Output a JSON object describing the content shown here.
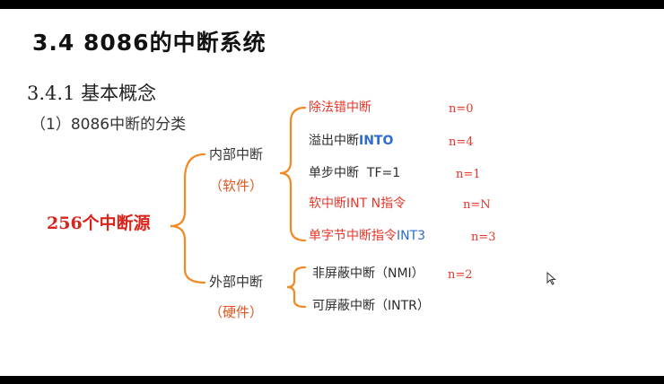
{
  "title": "3.4 8086的中断系统",
  "section": "3.4.1 基本概念",
  "subsection": "（1）8086中断的分类",
  "root": "256个中断源",
  "internal": {
    "label": "内部中断",
    "sub": "（软件）",
    "items": [
      {
        "text": "除法错中断",
        "suffix": "",
        "value": "n=0"
      },
      {
        "text": "溢出中断",
        "suffix": "INTO",
        "value": "n=4"
      },
      {
        "text": "单步中断  TF=1",
        "suffix": "",
        "value": "n=1"
      },
      {
        "text": "软中断INT N指令",
        "suffix": "",
        "value": "n=N"
      },
      {
        "text": "单字节中断指令",
        "suffix": "INT3",
        "value": "n=3"
      }
    ]
  },
  "external": {
    "label": "外部中断",
    "sub": "（硬件）",
    "items": [
      {
        "text": "非屏蔽中断（NMI）",
        "value": "n=2"
      },
      {
        "text": "可屏蔽中断（INTR）",
        "value": ""
      }
    ]
  },
  "colors": {
    "accent": "#e8352a",
    "brace": "#f08a24",
    "blue": "#2e6bd1"
  }
}
